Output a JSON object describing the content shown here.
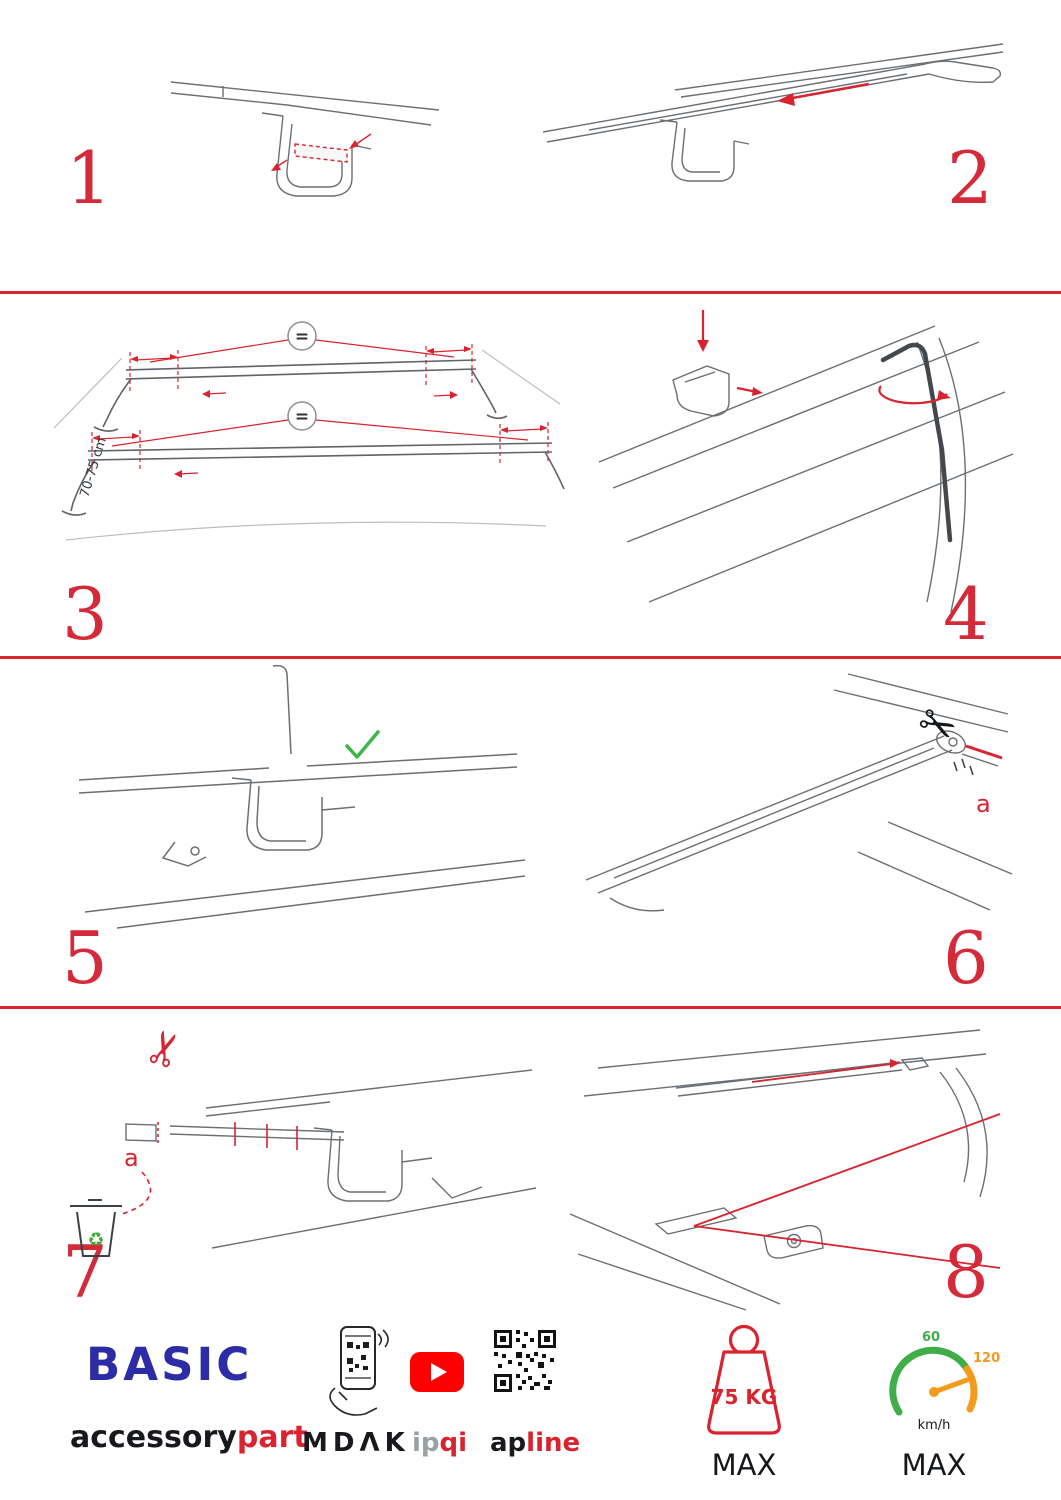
{
  "steps": [
    {
      "number": "1"
    },
    {
      "number": "2"
    },
    {
      "number": "3"
    },
    {
      "number": "4"
    },
    {
      "number": "5"
    },
    {
      "number": "6"
    },
    {
      "number": "7"
    },
    {
      "number": "8"
    }
  ],
  "step3": {
    "equals_top": "=",
    "equals_bottom": "=",
    "dimension": "70-75 cm"
  },
  "step6": {
    "cut_label": "a"
  },
  "step7": {
    "cut_label": "a"
  },
  "icons": {
    "scissors": "✂",
    "recycle": "♻"
  },
  "footer": {
    "brand": "BASIC",
    "sub_brand": {
      "black": "accessory",
      "red": "part"
    },
    "mdak": "MDΛK",
    "ipqi": {
      "gray": "ip",
      "red": "qi"
    },
    "apline": {
      "black": "ap",
      "red": "line"
    },
    "weight": {
      "value": "75 KG",
      "max_label": "MAX"
    },
    "speed": {
      "low": "60",
      "high": "120",
      "unit": "km/h",
      "max_label": "MAX"
    }
  },
  "colors": {
    "accent": "#d9232e",
    "brand_blue": "#2b2ca6",
    "green": "#3fae49",
    "orange": "#f39b1d"
  }
}
